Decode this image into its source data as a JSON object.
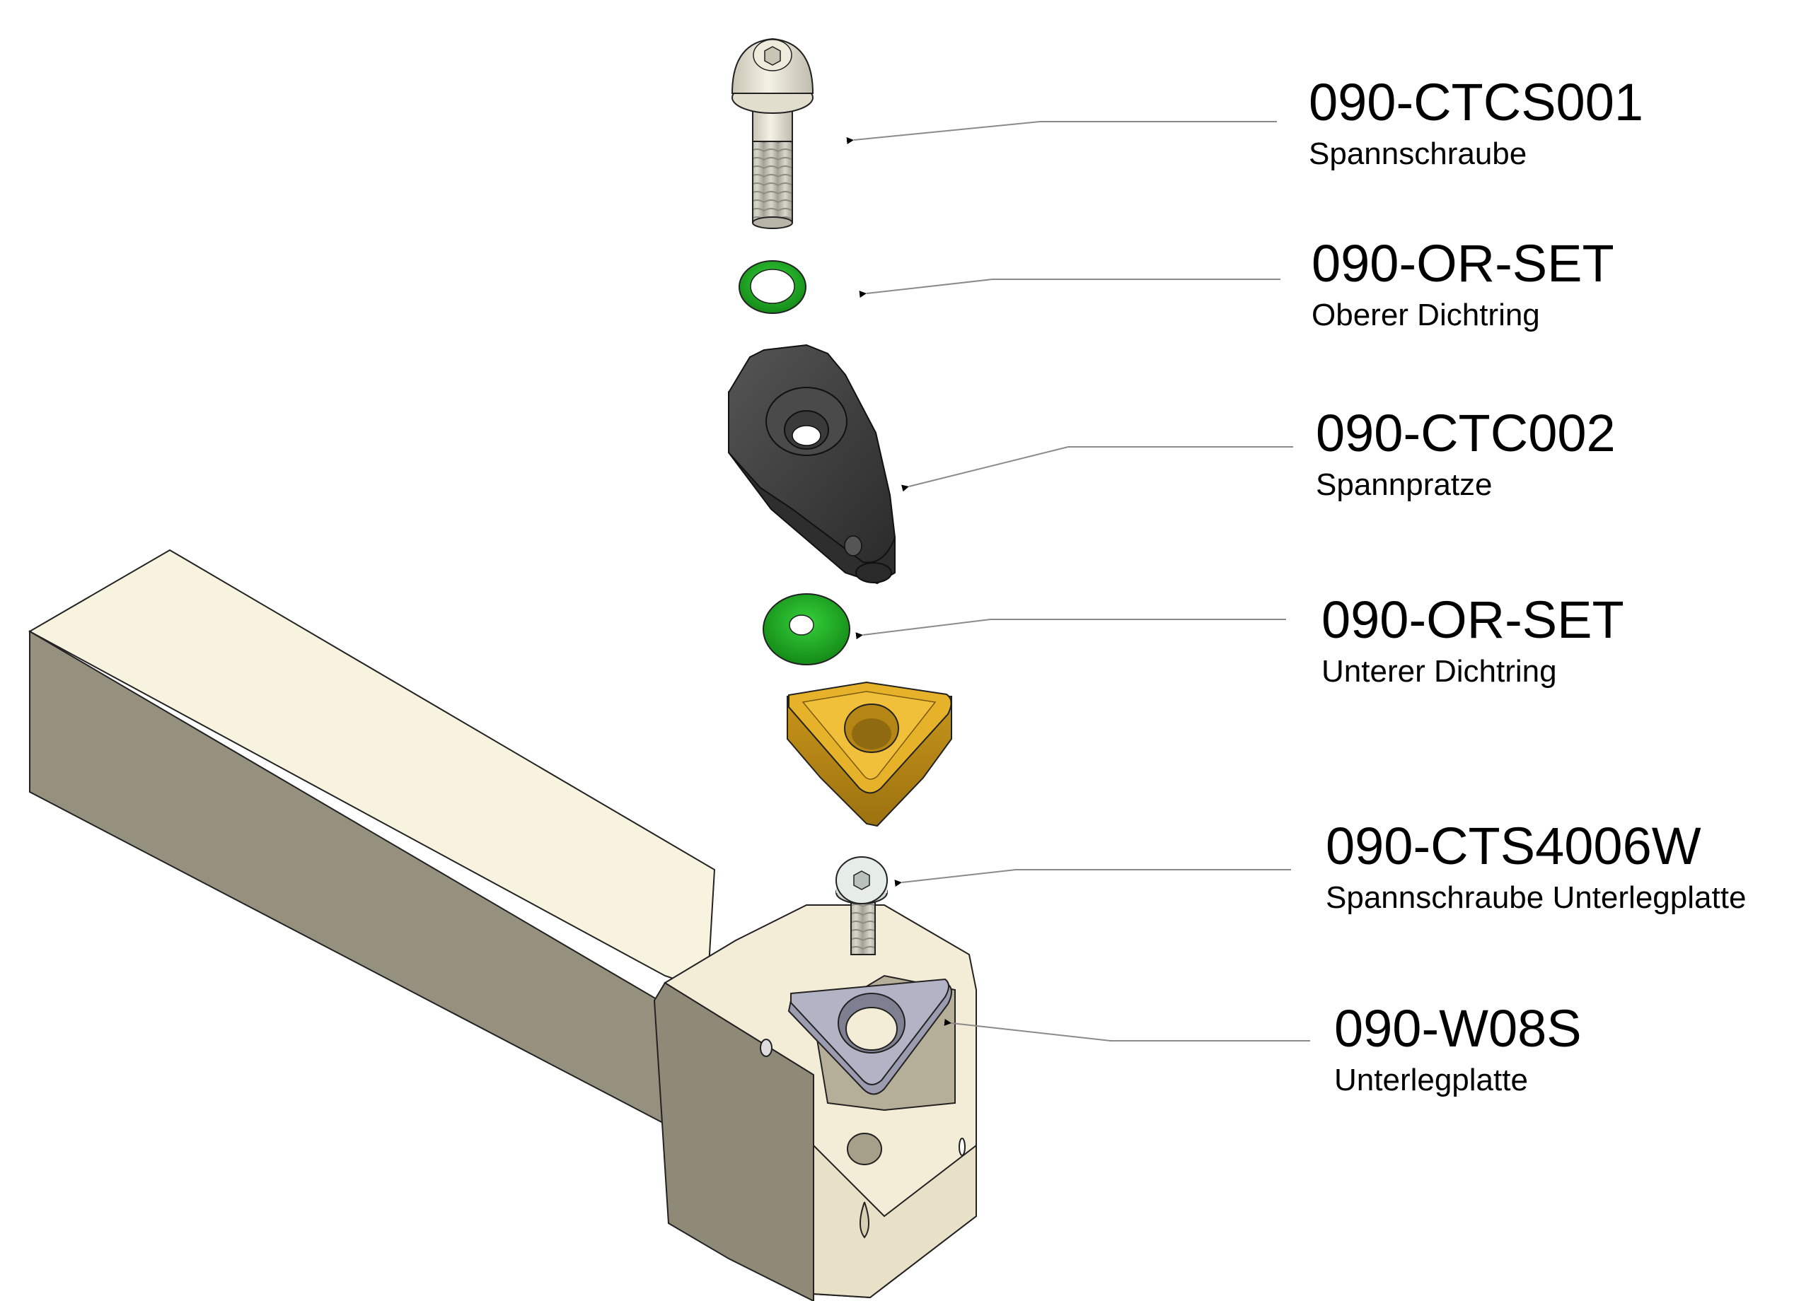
{
  "diagram": {
    "type": "exploded-assembly",
    "subject": "Turning tool holder with clamping components",
    "colors": {
      "holder_top": "#f8f3df",
      "holder_side": "#96917f",
      "screw": "#ebe7d8",
      "o_ring": "#1fae22",
      "clamp": "#3c3c3c",
      "insert": "#e6b22a",
      "shim": "#9c9cb0",
      "leader_line": "#8a8a8a",
      "arrowhead": "#000000"
    },
    "callouts": [
      {
        "part_number": "090-CTCS001",
        "description": "Spannschraube",
        "component": "clamp-screw"
      },
      {
        "part_number": "090-OR-SET",
        "description": "Oberer Dichtring",
        "component": "upper-o-ring"
      },
      {
        "part_number": "090-CTC002",
        "description": "Spannpratze",
        "component": "clamp"
      },
      {
        "part_number": "090-OR-SET",
        "description": "Unterer Dichtring",
        "component": "lower-o-ring"
      },
      {
        "part_number": "090-CTS4006W",
        "description": "Spannschraube Unterlegplatte",
        "component": "shim-screw"
      },
      {
        "part_number": "090-W08S",
        "description": "Unterlegplatte",
        "component": "shim"
      }
    ]
  }
}
